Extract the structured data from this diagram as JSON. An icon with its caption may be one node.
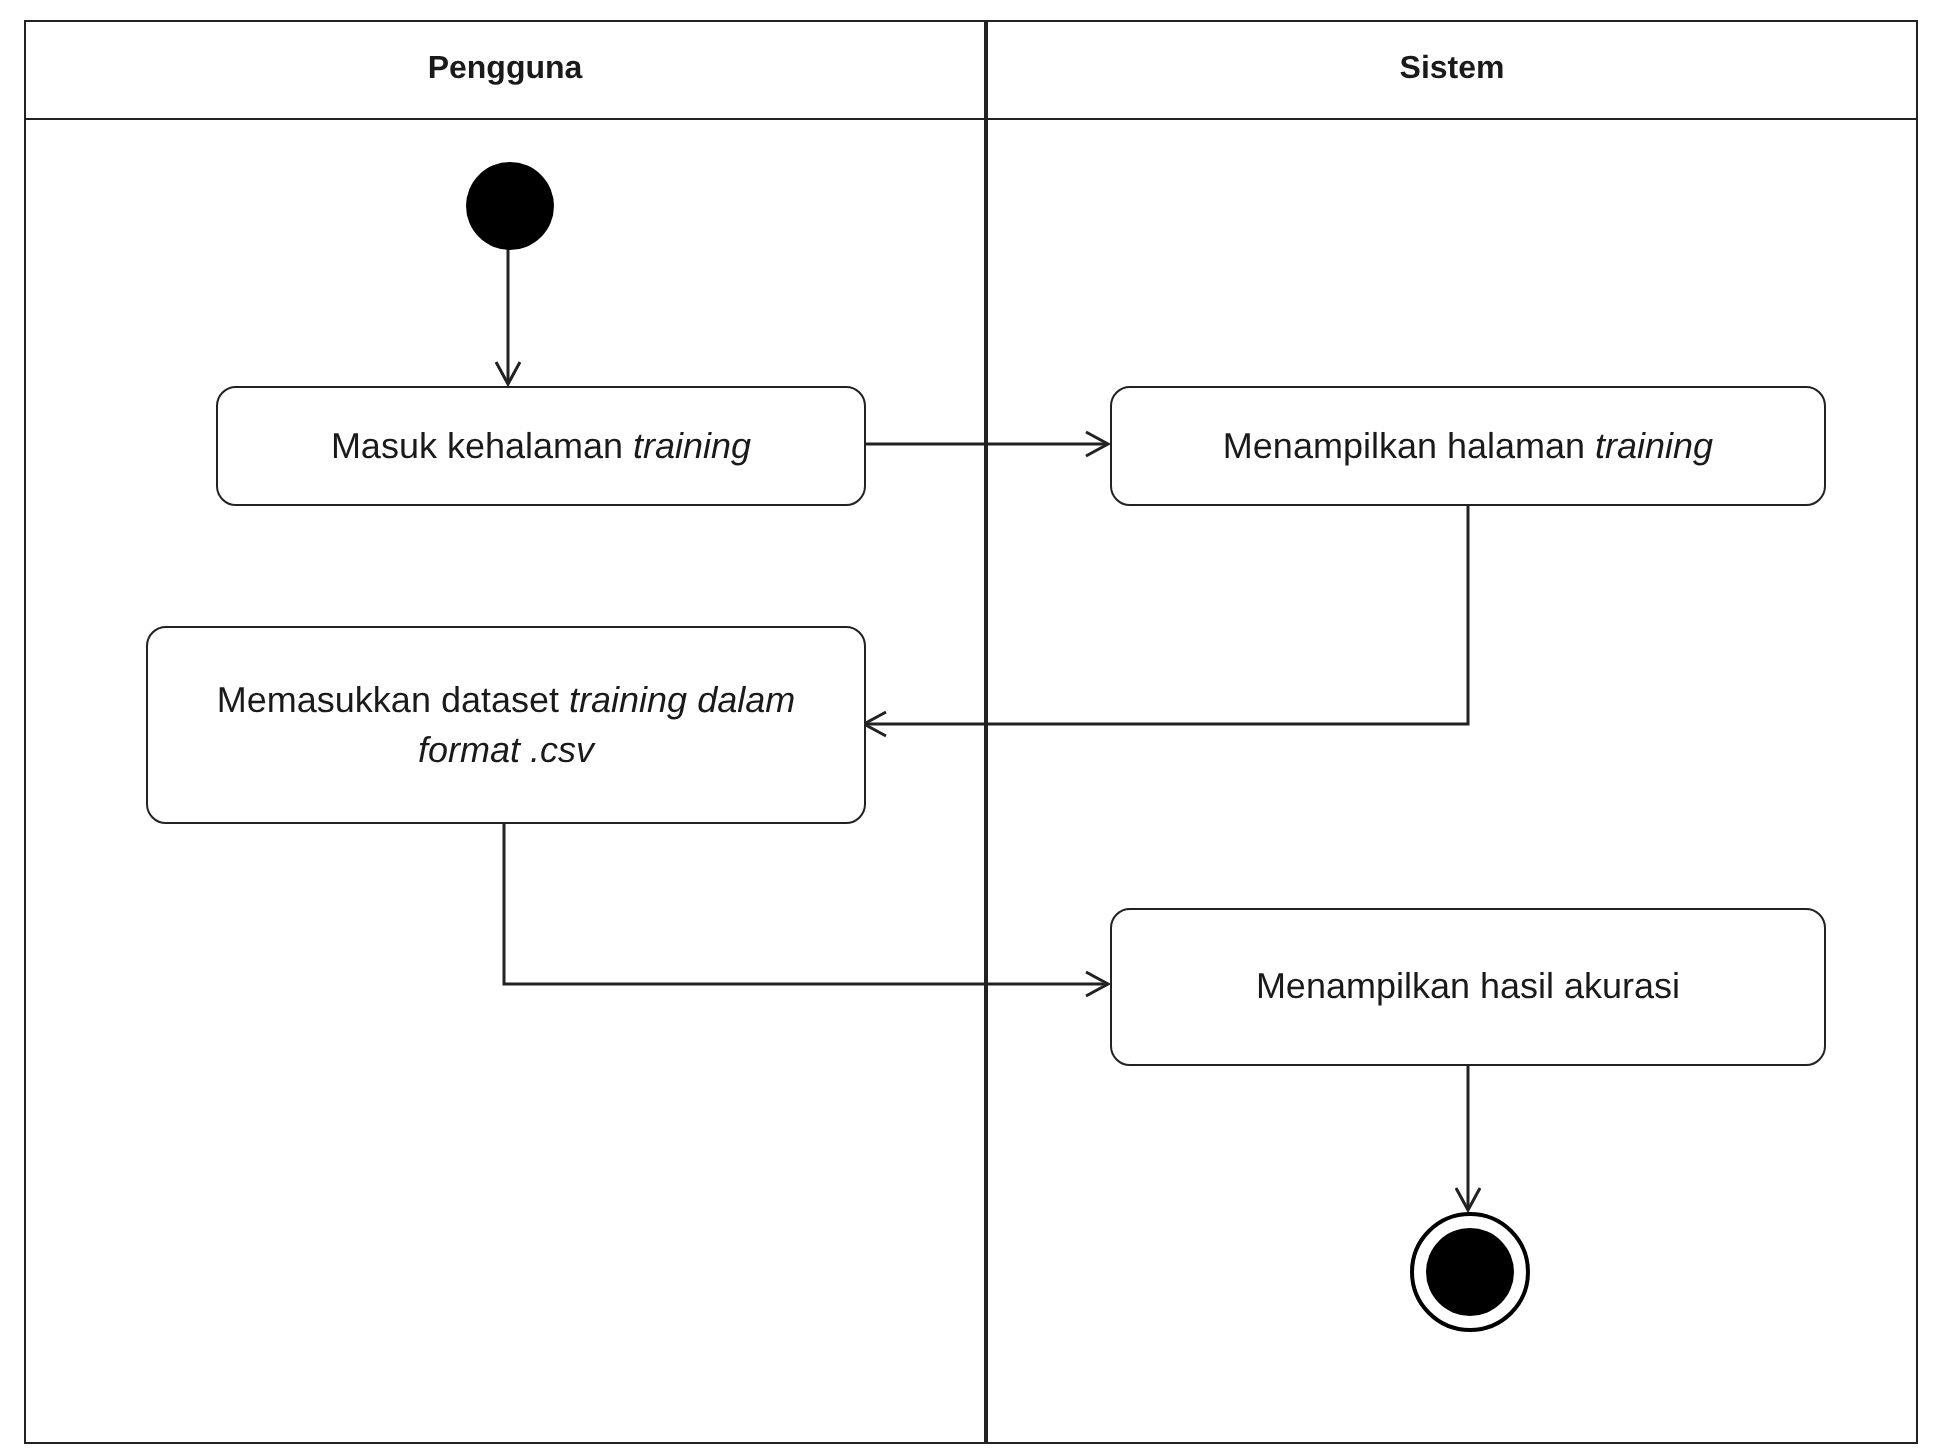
{
  "diagram": {
    "nodes": [
      {
        "text": [
          "Pengguna"
        ]
      },
      {
        "text": [
          "Sistem"
        ]
      },
      {
        "text": [],
        "shape": "circle",
        "in": 0
      },
      {
        "text": [
          "Masuk kehalaman *training*"
        ],
        "in": 0
      },
      {
        "text": [
          "Menampilkan halaman *training*"
        ],
        "in": 1
      },
      {
        "text": [
          "Memasukkan dataset *training* *dalam format .csv*"
        ],
        "in": 0
      },
      {
        "text": [
          "Menampilkan hasil akurasi"
        ],
        "in": 1
      },
      {
        "text": [],
        "shape": "circle",
        "in": 1
      }
    ],
    "edges": [
      {
        "from": 2,
        "to": 3,
        "arrow": "to"
      },
      {
        "from": 3,
        "to": 4,
        "arrow": "to"
      },
      {
        "from": 4,
        "to": 5,
        "arrow": "to"
      },
      {
        "from": 5,
        "to": 6,
        "arrow": "to"
      },
      {
        "from": 6,
        "to": 7,
        "arrow": "to"
      }
    ]
  }
}
